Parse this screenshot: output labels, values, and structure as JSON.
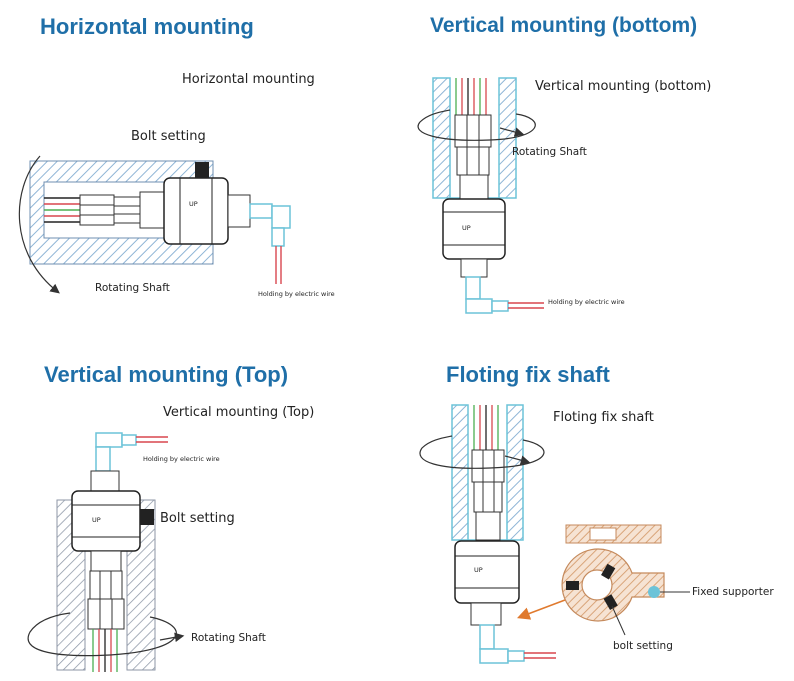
{
  "panels": {
    "horizontal": {
      "heading": "Horizontal mounting",
      "caption": "Horizontal mounting",
      "bolt_label": "Bolt setting",
      "shaft_label": "Rotating Shaft",
      "wire_label": "Holding by electric wire",
      "marking": "UP"
    },
    "vertical_bottom": {
      "heading": "Vertical mounting (bottom)",
      "caption": "Vertical mounting (bottom)",
      "shaft_label": "Rotating Shaft",
      "wire_label": "Holding by electric wire",
      "marking": "UP"
    },
    "vertical_top": {
      "heading": "Vertical mounting (Top)",
      "caption": "Vertical mounting (Top)",
      "wire_label": "Holding by electric wire",
      "bolt_label": "Bolt setting",
      "shaft_label": "Rotating Shaft",
      "marking": "UP"
    },
    "floating": {
      "heading": "Floting fix shaft",
      "caption": "Floting fix shaft",
      "supporter_label": "Fixed supporter",
      "bolt_label": "bolt setting",
      "marking": "UP"
    }
  },
  "colors": {
    "heading": "#1f6fa8",
    "hatch_blue": "#9fc3de",
    "hatch_gray": "#8c96a6",
    "bracket": "#d9a57a",
    "connector": "#6cc3d8",
    "wire_red": "#d9474f",
    "wire_green": "#4caf50",
    "wire_black": "#222222"
  }
}
